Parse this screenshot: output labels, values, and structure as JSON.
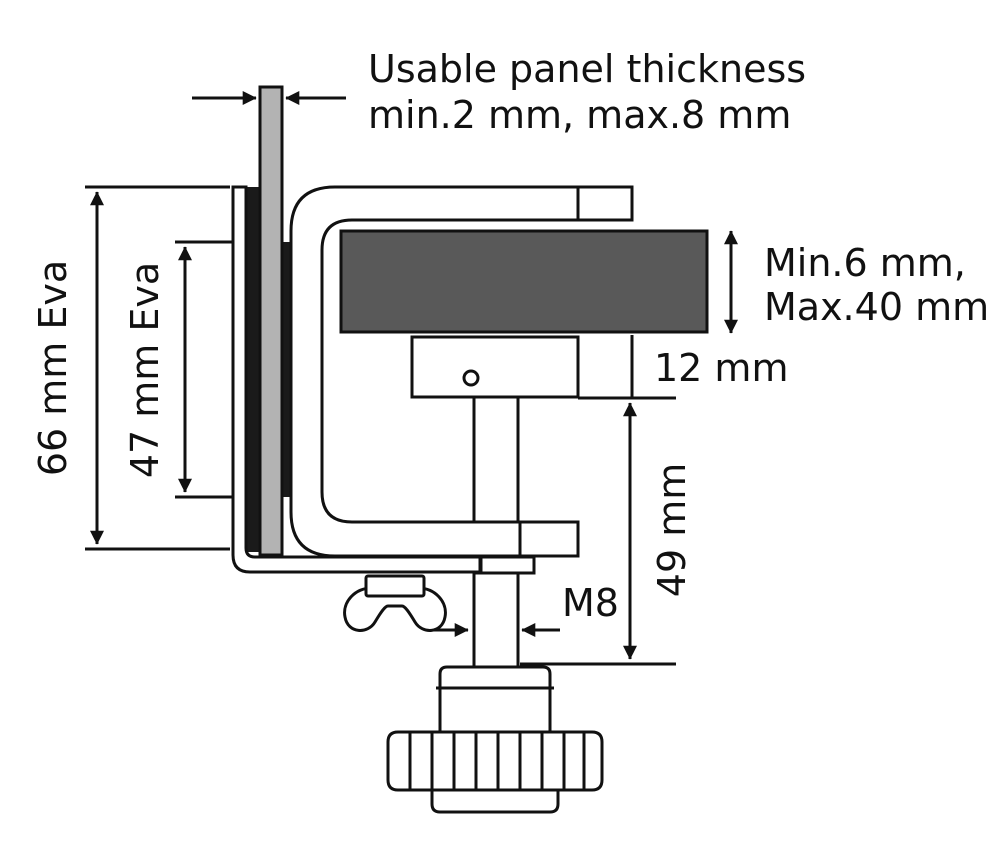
{
  "labels": {
    "panel_line1": "Usable panel thickness",
    "panel_line2": "min.2 mm, max.8 mm",
    "pad_line1": "Min.6 mm,",
    "pad_line2": "Max.40 mm",
    "dim_12": "12 mm",
    "dim_49": "49 mm",
    "dim_m8": "M8",
    "dim_66": "66 mm Eva",
    "dim_47": "47 mm Eva"
  },
  "colors": {
    "line": "#111111",
    "panel": "#b3b3b3",
    "pad": "#595959",
    "gasket": "#1a1a1a",
    "background": "#ffffff"
  }
}
